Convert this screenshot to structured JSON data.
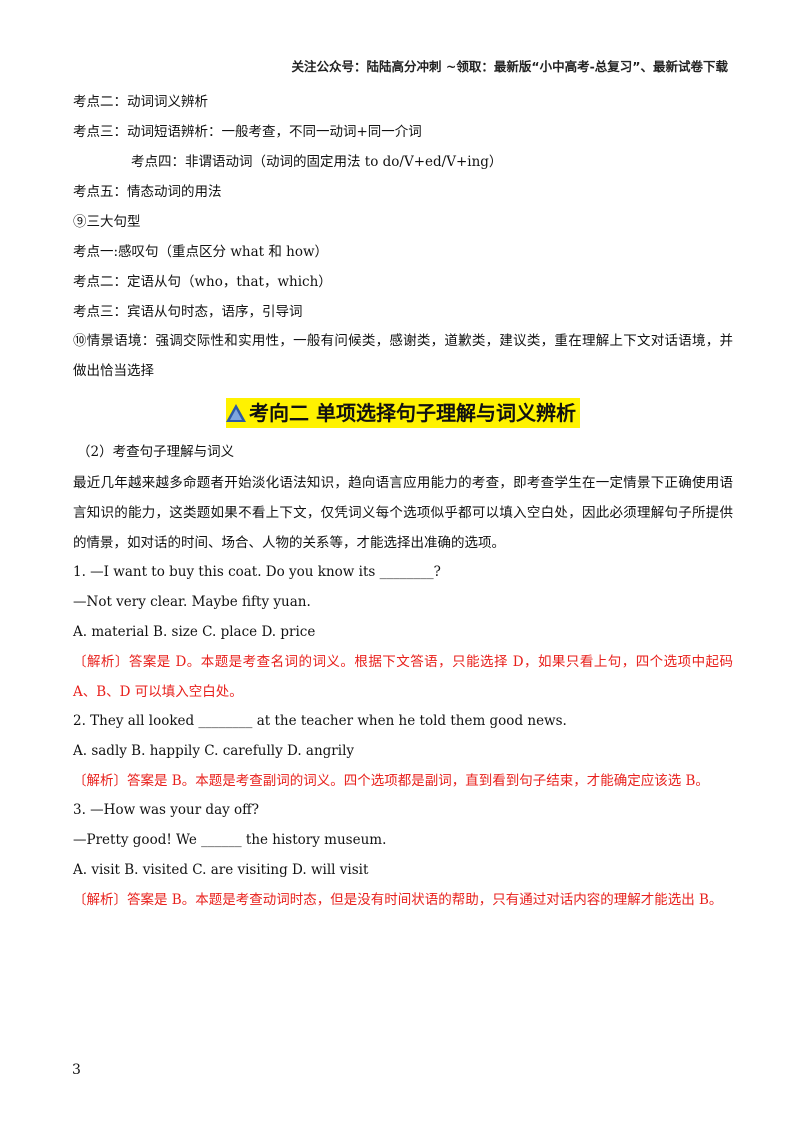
{
  "header": {
    "text": "关注公众号：陆陆高分冲刺  ~领取：最新版“小中高考-总复习”、最新试卷下载"
  },
  "points": [
    "考点二：动词词义辨析",
    "考点三：动词短语辨析：一般考查，不同一动词+同一介词",
    "考点四：非谓语动词（动词的固定用法 to do/V+ed/V+ing）",
    "考点五：情态动词的用法",
    "⑨三大句型",
    "考点一:感叹句（重点区分 what 和 how）",
    "考点二：定语从句（who，that，which）",
    "考点三：宾语从句时态，语序，引导词",
    "⑩情景语境：强调交际性和实用性，一般有问候类，感谢类，道歉类，建议类，重在理解上下文对话语境，并做出恰当选择"
  ],
  "section": {
    "title": "考向二 单项选择句子理解与词义辨析"
  },
  "intro": {
    "subtitle": "（2）考查句子理解与词义",
    "paragraph": "最近几年越来越多命题者开始淡化语法知识，趋向语言应用能力的考查，即考查学生在一定情景下正确使用语言知识的能力，这类题如果不看上下文，仅凭词义每个选项似乎都可以填入空白处，因此必须理解句子所提供的情景，如对话的时间、场合、人物的关系等，才能选择出准确的选项。"
  },
  "questions": [
    {
      "stem": "1. —I want to buy this coat. Do you know its ________?",
      "stem2": "—Not very clear. Maybe fifty yuan.",
      "options": "A. material   B. size   C. place     D. price",
      "analysis": "〔解析〕答案是 D。本题是考查名词的词义。根据下文答语，只能选择 D，如果只看上句，四个选项中起码 A、B、D 可以填入空白处。"
    },
    {
      "stem": "2. They all looked ________ at the teacher when he told them good news.",
      "stem2": "",
      "options": "A. sadly   B. happily   C. carefully     D. angrily",
      "analysis": "〔解析〕答案是 B。本题是考查副词的词义。四个选项都是副词，直到看到句子结束，才能确定应该选 B。"
    },
    {
      "stem": "3. —How was your day off?",
      "stem2": "—Pretty good! We ______ the history museum.",
      "options": "A. visit    B. visited     C. are visiting   D. will visit",
      "analysis": "〔解析〕答案是 B。本题是考查动词时态，但是没有时间状语的帮助，只有通过对话内容的理解才能选出 B。"
    }
  ],
  "page": {
    "number": "3"
  },
  "colors": {
    "analysis": "#e8201c",
    "highlight": "#fff200",
    "triangle": "#2d5aa6"
  }
}
